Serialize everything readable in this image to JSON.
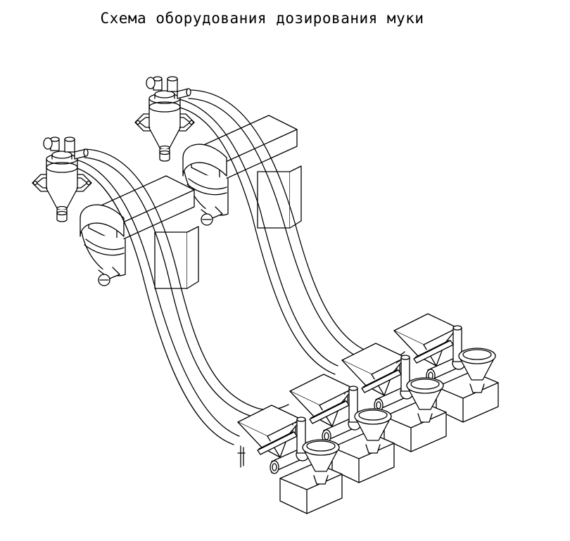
{
  "title": "Схема оборудования дозирования муки",
  "colors": {
    "line": "#000000",
    "fill": "#ffffff"
  },
  "equipment": {
    "cyclone_filters": 2,
    "sifters": 2,
    "pneumatic_lines": 2,
    "dosing_stations": 4
  }
}
